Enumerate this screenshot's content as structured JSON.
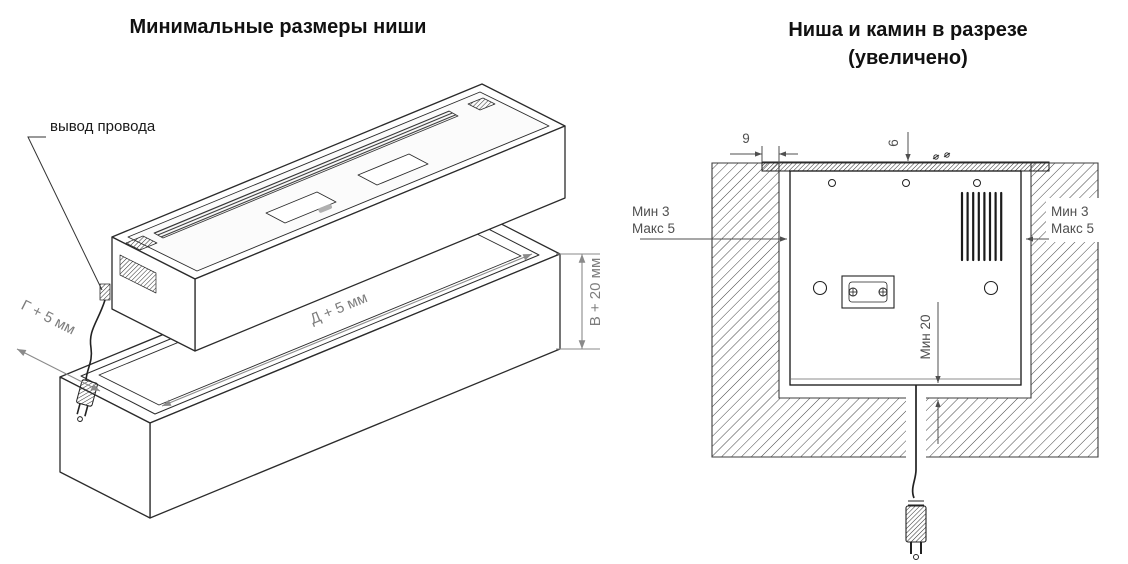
{
  "colors": {
    "line": "#2b2b2b",
    "dimension_gray": "#8a8a8a",
    "section_dim": "#4f4f4f",
    "background": "#ffffff"
  },
  "left_view": {
    "title": "Минимальные размеры ниши",
    "callouts": {
      "wire_outlet": "вывод провода"
    },
    "dimensions": {
      "depth": "Г + 5 мм",
      "length": "Д + 5 мм",
      "height": "В + 20 мм"
    }
  },
  "right_view": {
    "title_line1": "Ниша и камин в разрезе",
    "title_line2": "(увеличено)",
    "dimensions": {
      "flange_overhang": "9",
      "flange_thickness": "6",
      "left_gap_line1": "Мин 3",
      "left_gap_line2": "Макс 5",
      "right_gap_line1": "Мин 3",
      "right_gap_line2": "Макс 5",
      "bottom_clearance": "Мин 20"
    }
  }
}
